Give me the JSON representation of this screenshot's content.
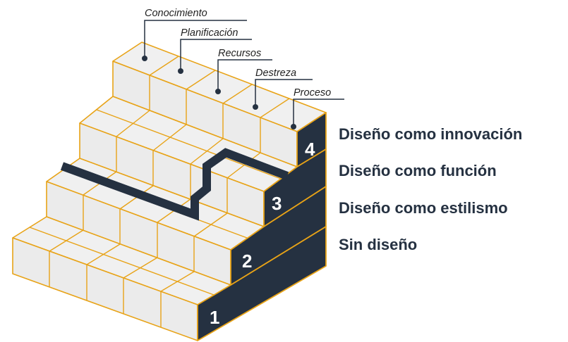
{
  "diagram": {
    "callouts": [
      {
        "id": "conocimiento",
        "label": "Conocimiento"
      },
      {
        "id": "planificacion",
        "label": "Planificación"
      },
      {
        "id": "recursos",
        "label": "Recursos"
      },
      {
        "id": "destreza",
        "label": "Destreza"
      },
      {
        "id": "proceso",
        "label": "Proceso"
      }
    ],
    "levels": [
      {
        "number": "4",
        "label": "Diseño como innovación"
      },
      {
        "number": "3",
        "label": "Diseño como función"
      },
      {
        "number": "2",
        "label": "Diseño como estilismo"
      },
      {
        "number": "1",
        "label": "Sin diseño"
      }
    ],
    "colors": {
      "outline": "#e8a317",
      "dark": "#253141",
      "cube_face": "#ebebeb"
    }
  }
}
